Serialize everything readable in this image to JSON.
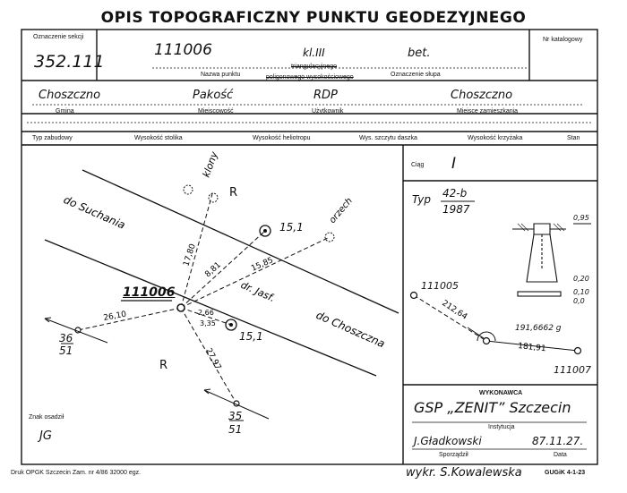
{
  "title": "OPIS TOPOGRAFICZNY PUNKTU GEODEZYJNEGO",
  "header": {
    "section_label": "Oznaczenie sekcji",
    "section_value": "352.111",
    "point_name_value": "111006",
    "class_value": "kl.III",
    "post_value": "bet.",
    "point_name_label": "Nazwa punktu",
    "type_option_1": "triangulacyjnego",
    "type_option_2": "poligonowego wysokościowego",
    "post_label": "Oznaczenie słupa",
    "catalog_label": "Nr katalogowy"
  },
  "location": {
    "gmina_value": "Choszczno",
    "gmina_label": "Gmina",
    "miejscowosc_value": "Pakość",
    "miejscowosc_label": "Miejscowość",
    "uzytkownik_value": "RDP",
    "uzytkownik_label": "Użytkownik",
    "zamieszkania_value": "Choszczno",
    "zamieszkania_label": "Miejsce zamieszkania"
  },
  "columns": [
    "Typ zabudowy",
    "Wysokość stolika",
    "Wysokość heliotropu",
    "Wys. szczytu daszka",
    "Wysokość krzyżaka",
    "Stan"
  ],
  "sketch": {
    "point_label": "111006",
    "to_suchania": "do Suchania",
    "to_choszczna": "do Choszczna",
    "road_label": "dr. Jasf.",
    "tree_1": "klony",
    "tree_2": "orzech",
    "region_r": "R",
    "target_a": "15,1",
    "target_b": "15,1",
    "dist_1": "17,80",
    "dist_2": "8,81",
    "dist_3": "15,85",
    "dist_4": "26,10",
    "dist_5": "2,66",
    "dist_6": "3,35",
    "dist_7": "27,97",
    "mark_left_num": "36",
    "mark_left_den": "51",
    "mark_bottom_num": "35",
    "mark_bottom_den": "51"
  },
  "right_panel": {
    "ciag_label": "Ciąg",
    "ciag_value": "I",
    "typ_label": "Typ",
    "typ_num": "42-b",
    "typ_den": "1987",
    "dim_1": "0,95",
    "dim_2": "0,20",
    "dim_3": "0,10",
    "dim_4": "0,0",
    "point_a": "111005",
    "point_b": "111007",
    "dist_a": "212,64",
    "angle": "191,6662 g",
    "dist_b": "181,91"
  },
  "executor": {
    "label": "WYKONAWCA",
    "name": "GSP „ZENIT” Szczecin",
    "institution_label": "Instytucja",
    "author": "J.Gładkowski",
    "date": "87.11.27.",
    "author_label": "Sporządził",
    "date_label": "Data"
  },
  "footer": {
    "znak_label": "Znak osadził",
    "znak_value": "JG",
    "print_info": "Druk OPGK Szczecin Zam. nr 4/86 32000 egz.",
    "drawn_by": "wykr. S.Kowalewska",
    "form_code": "GUGiK 4-1-23"
  }
}
